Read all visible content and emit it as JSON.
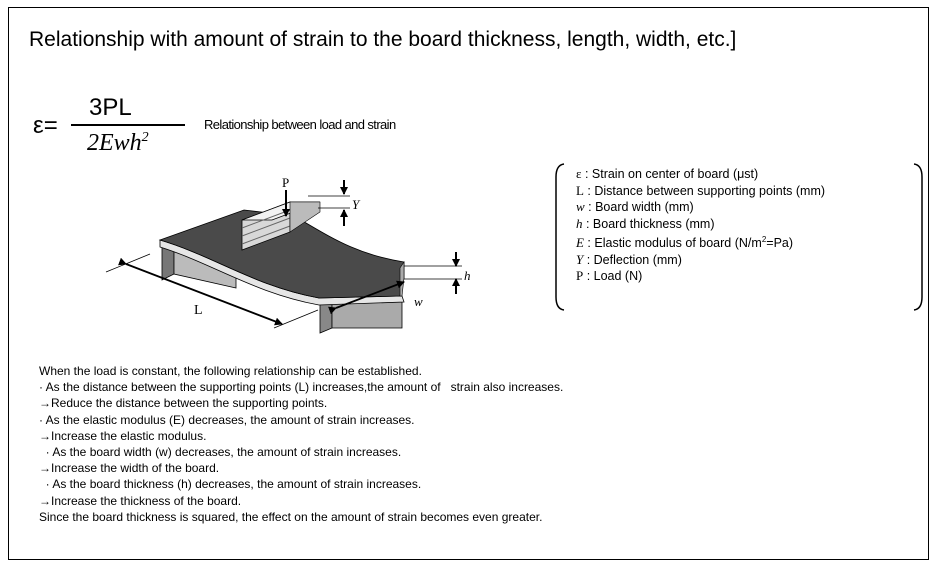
{
  "title": "Relationship with amount of strain to the board thickness, length, width, etc.]",
  "equation": {
    "lhs": "ε=",
    "numerator": "3PL",
    "denominator_base": "2Ewh",
    "denominator_exp": "2",
    "caption": "Relationship between load and strain"
  },
  "diagram": {
    "label_P": "P",
    "label_Y": "Y",
    "label_L": "L",
    "label_w": "w",
    "label_h": "h"
  },
  "legend": [
    {
      "symbol": "ε",
      "text": " : Strain on center of board (μst)",
      "italic": false
    },
    {
      "symbol": "L",
      "text": " : Distance between supporting points (mm)",
      "italic": false
    },
    {
      "symbol": "w",
      "text": "  : Board width (mm)",
      "italic": true
    },
    {
      "symbol": "h",
      "text": "  : Board thickness (mm)",
      "italic": true
    },
    {
      "symbol": "E",
      "text": "  : Elastic modulus of board (N/m",
      "sup": "2",
      "tail": "=Pa)",
      "italic": true
    },
    {
      "symbol": "Y",
      "text": "  : Deflection (mm)",
      "italic": true
    },
    {
      "symbol": "P",
      "text": "  : Load (N)",
      "italic": false
    }
  ],
  "notes": [
    "When the load is constant, the following relationship can be established.",
    "· As the distance between the supporting points (L) increases,the amount of   strain also increases.",
    "→Reduce the distance between the supporting points.",
    "· As the elastic modulus (E) decreases, the amount of strain increases.",
    "→Increase the elastic modulus.",
    "  · As the board width (w) decreases, the amount of strain increases.",
    "→Increase the width of the board.",
    "  · As the board thickness (h) decreases, the amount of strain increases.",
    "→Increase the thickness of the board.",
    "Since the board thickness is squared, the effect on the amount of strain becomes even greater."
  ]
}
